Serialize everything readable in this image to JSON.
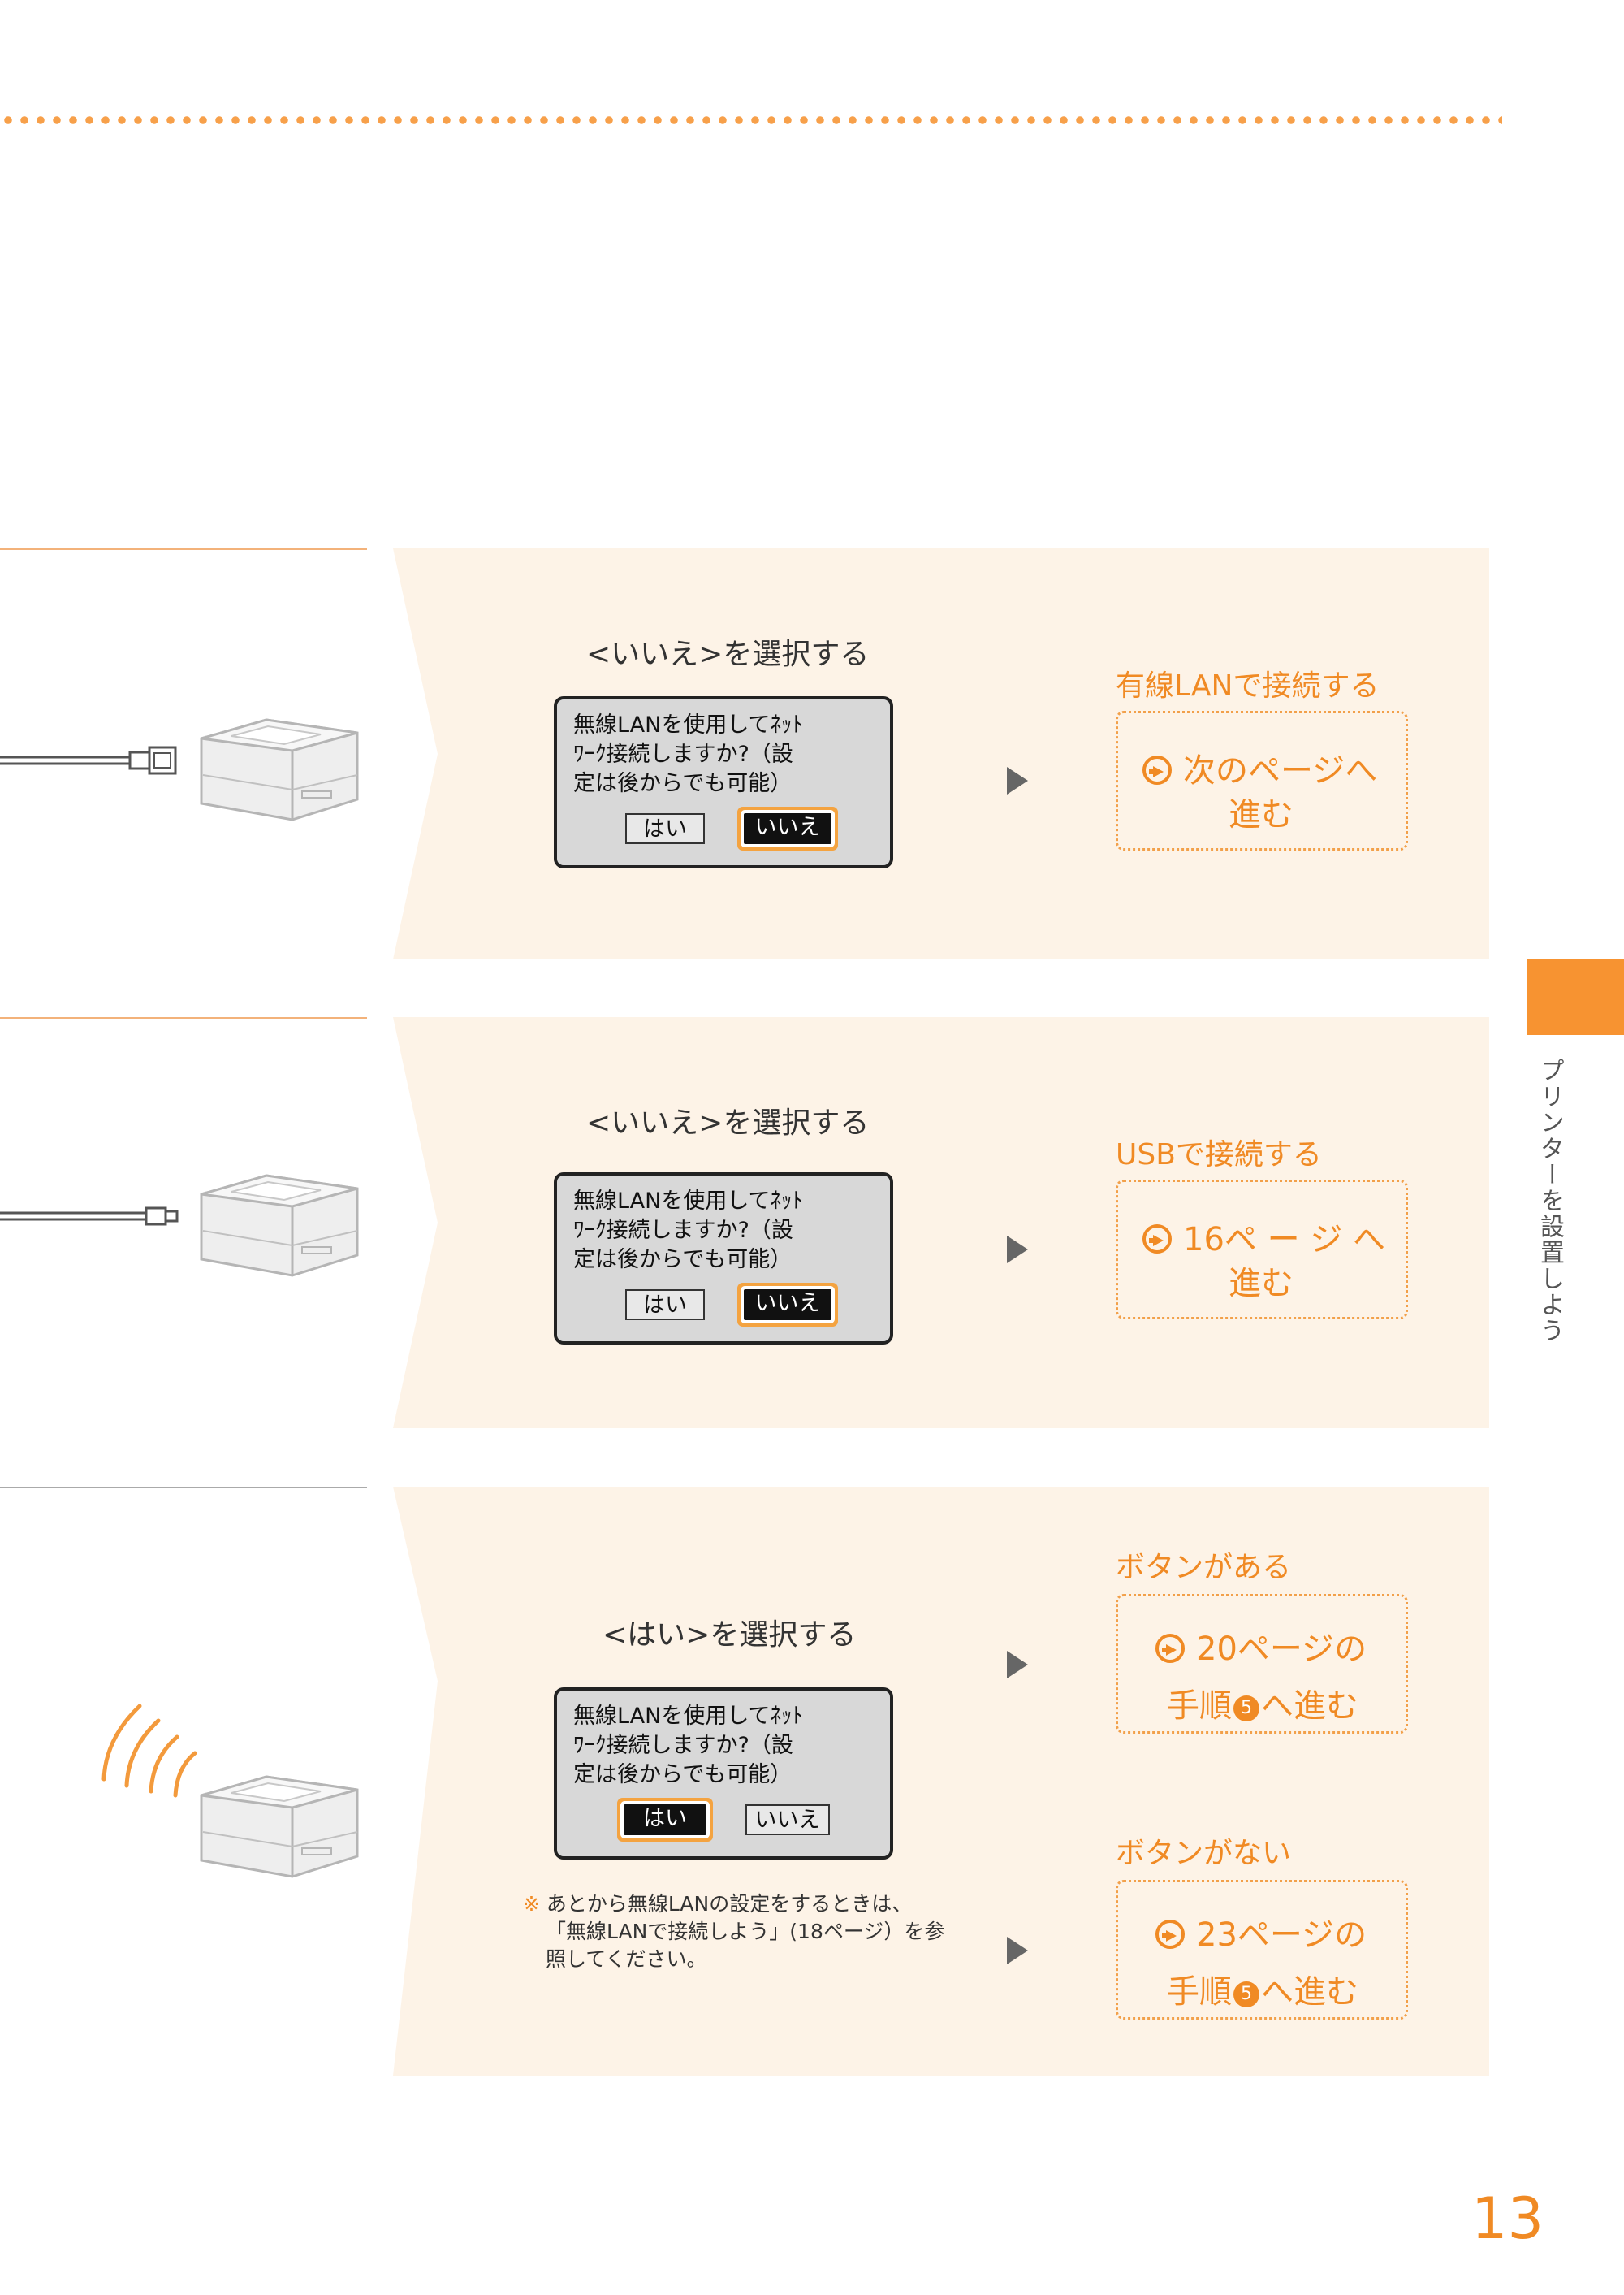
{
  "rows": [
    {
      "step_label": "<いいえ>を選択する",
      "lcd": {
        "lines": "無線LANを使用してﾈｯﾄ\nﾜｰｸ接続しますか?（設\n定は後からでも可能）",
        "yes": "はい",
        "no": "いいえ",
        "selected": "no"
      },
      "method_title": "有線LANで接続する",
      "dest_line1": "次のページへ",
      "dest_line2": "進む",
      "cable": "lan"
    },
    {
      "step_label": "<いいえ>を選択する",
      "lcd": {
        "lines": "無線LANを使用してﾈｯﾄ\nﾜｰｸ接続しますか?（設\n定は後からでも可能）",
        "yes": "はい",
        "no": "いいえ",
        "selected": "no"
      },
      "method_title": "USBで接続する",
      "dest_line1": "16ペ ー ジ へ",
      "dest_line2": "進む",
      "cable": "usb"
    },
    {
      "step_label": "<はい>を選択する",
      "lcd": {
        "lines": "無線LANを使用してﾈｯﾄ\nﾜｰｸ接続しますか?（設\n定は後からでも可能）",
        "yes": "はい",
        "no": "いいえ",
        "selected": "yes"
      },
      "note_mark": "※",
      "note_line1": "あとから無線LANの設定をするときは、",
      "note_line2": "「無線LANで接続しよう」(18ページ）を参",
      "note_line3": "照してください。",
      "options": [
        {
          "title": "ボタンがある",
          "line1": "20ページの",
          "line2_pre": "手順",
          "step_num": "5",
          "line2_post": "へ進む"
        },
        {
          "title": "ボタンがない",
          "line1": "23ページの",
          "line2_pre": "手順",
          "step_num": "5",
          "line2_post": "へ進む"
        }
      ]
    }
  ],
  "side_tab_text": "プリンターを設置しよう",
  "page_number": "13",
  "colors": {
    "accent": "#f08a24",
    "panel": "#fdf3e7",
    "tab": "#f79331"
  }
}
